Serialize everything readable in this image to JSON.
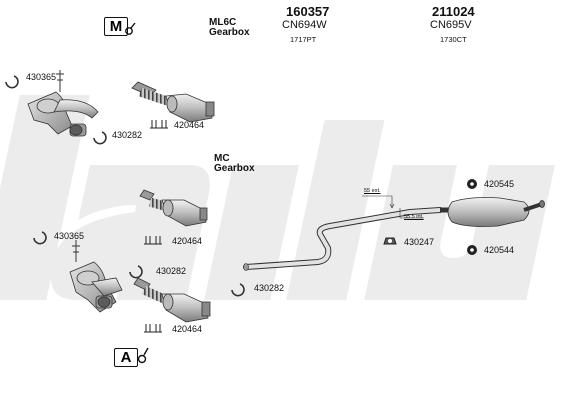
{
  "watermark": "Klarius",
  "icons": {
    "top": "mounting-info-icon",
    "bottom": "assembly-info-icon",
    "top_symbol": "M",
    "bottom_symbol": "A"
  },
  "gearboxes": {
    "ml6c": [
      "ML6C",
      "Gearbox"
    ],
    "mc": [
      "MC",
      "Gearbox"
    ]
  },
  "kits": [
    {
      "number": "160357",
      "ref": "CN694W",
      "fitting": "1717PT"
    },
    {
      "number": "211024",
      "ref": "CN695V",
      "fitting": "1730CT"
    }
  ],
  "parts": {
    "p430365_a": "430365",
    "p420464_a": "420464",
    "p430282_a": "430282",
    "p430365_b": "430365",
    "p420464_b": "420464",
    "p430282_b": "430282",
    "p430282_c": "430282",
    "p420464_c": "420464",
    "p420545": "420545",
    "p430247": "430247",
    "p420544": "420544"
  },
  "dimensions": {
    "ext": "55 ext.",
    "int": "55.5 int."
  }
}
